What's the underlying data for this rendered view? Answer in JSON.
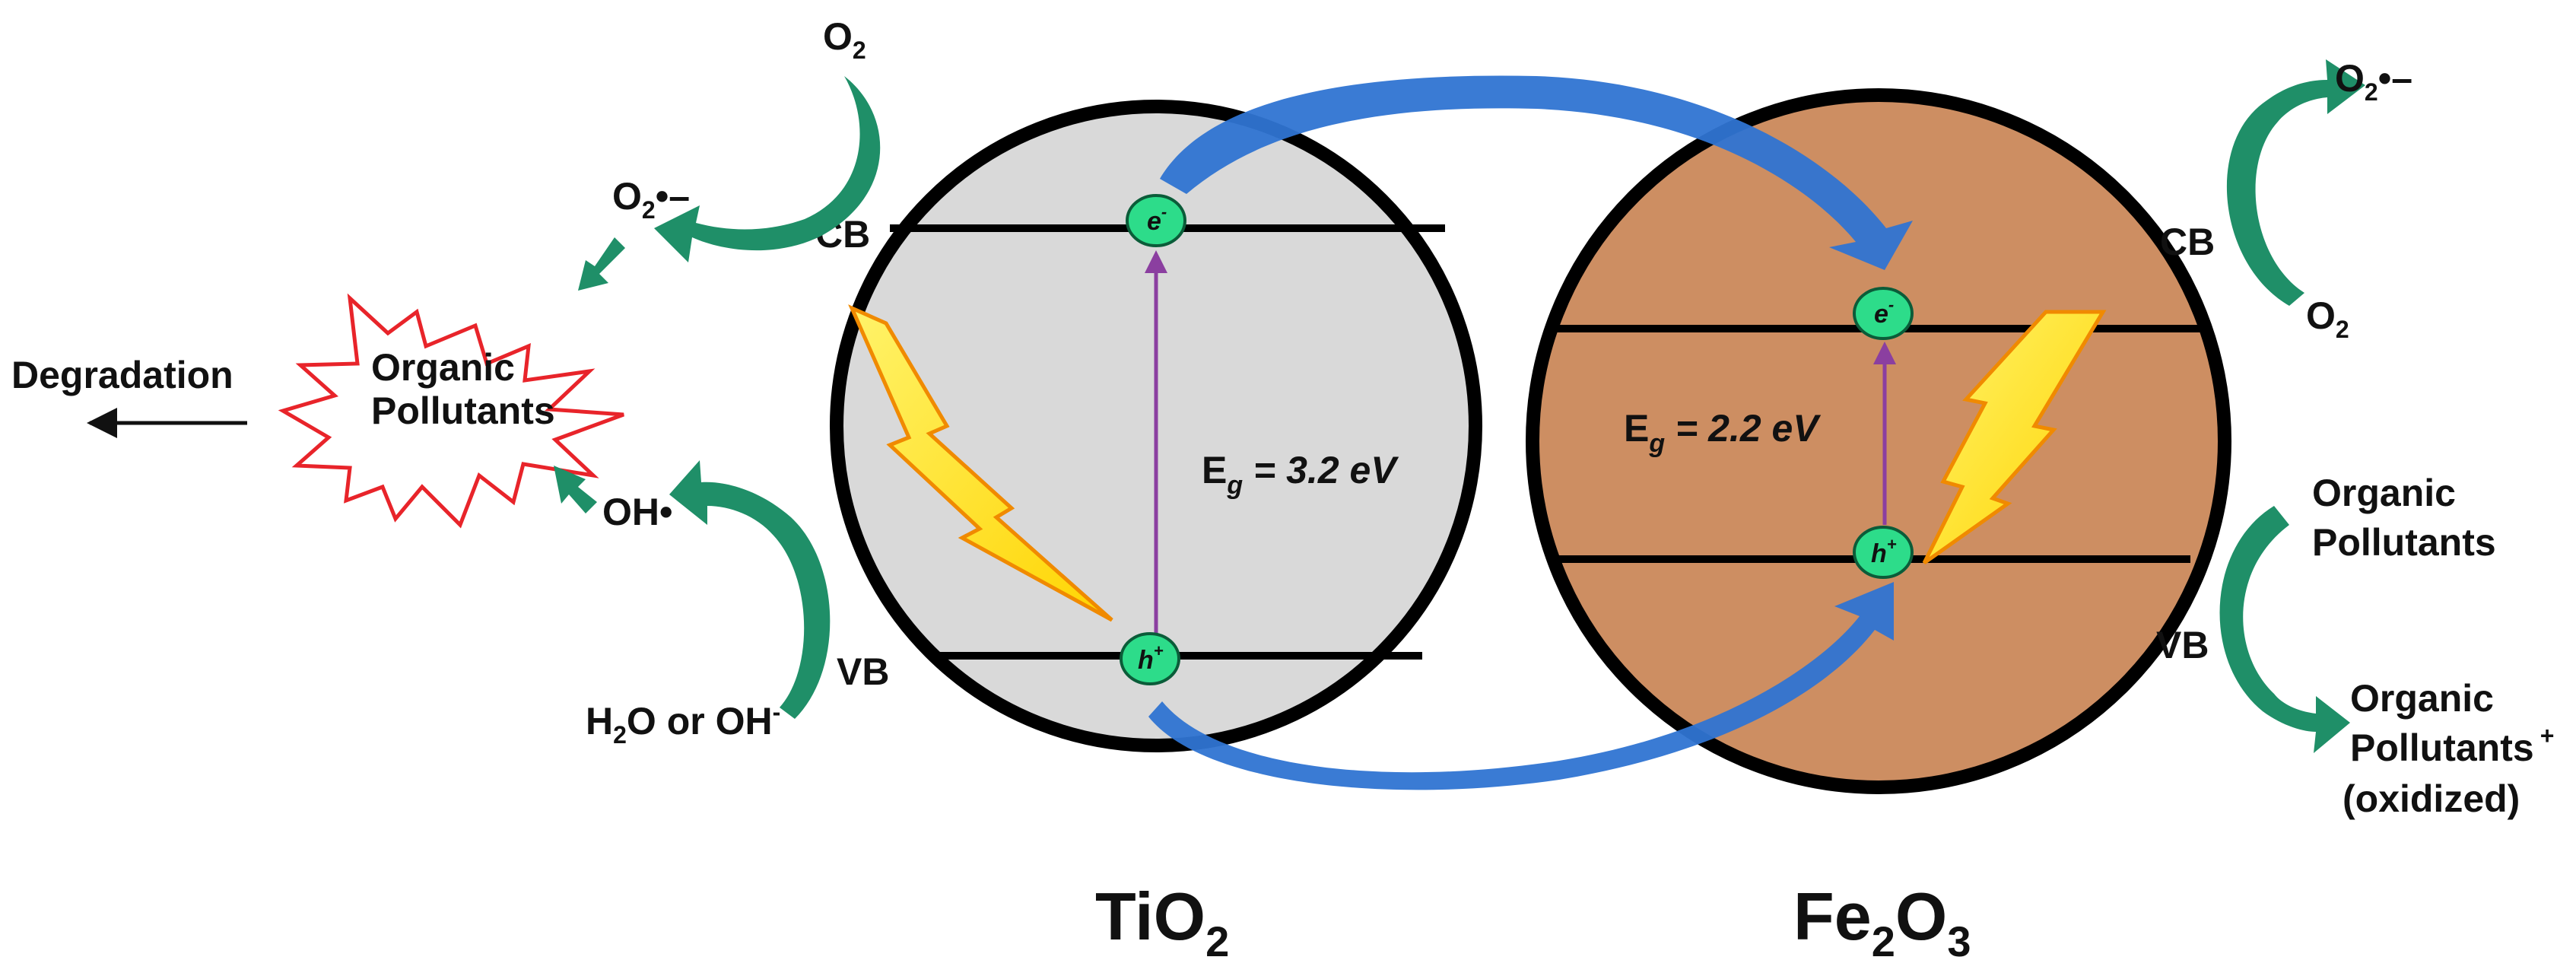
{
  "colors": {
    "tio2_fill": "#d9d9d9",
    "fe2o3_fill": "#cd8e62",
    "carrier": "#2ddc8a",
    "transfer_arrow": "#2f74d2",
    "chem_arrow": "#1f8f68",
    "excitation_arrow": "#8b3fa0",
    "lightning": "#ffe800",
    "pollutant_star": "#e8242a"
  },
  "left_side": {
    "o2_top": {
      "main": "O",
      "sub": "2"
    },
    "o2_radical": {
      "main": "O",
      "sub": "2",
      "suffix": "•–"
    },
    "pollutant_line1": "Organic",
    "pollutant_line2": "Pollutants",
    "degradation": "Degradation",
    "oh_radical": "OH•",
    "h2o": {
      "pre": "H",
      "sub": "2",
      "mid": "O or OH",
      "sup": "-"
    }
  },
  "tio2": {
    "cb_label": "CB",
    "vb_label": "VB",
    "electron": {
      "main": "e",
      "sup": "-"
    },
    "hole": {
      "main": "h",
      "sup": "+"
    },
    "eg": {
      "pre": "E",
      "sub": "g",
      "post": " = 3.2 eV"
    },
    "name": {
      "pre": "TiO",
      "sub": "2"
    }
  },
  "fe2o3": {
    "cb_label": "CB",
    "vb_label": "VB",
    "electron": {
      "main": "e",
      "sup": "-"
    },
    "hole": {
      "main": "h",
      "sup": "+"
    },
    "eg": {
      "pre": "E",
      "sub": "g",
      "post": " = 2.2 eV"
    },
    "name": {
      "pre": "Fe",
      "sub1": "2",
      "mid": "O",
      "sub2": "3"
    }
  },
  "right_side": {
    "o2_radical": {
      "main": "O",
      "sub": "2",
      "suffix": "•–"
    },
    "o2": {
      "main": "O",
      "sub": "2"
    },
    "organic_line1": "Organic",
    "organic_line2": "Pollutants",
    "oxidized_line1": "Organic",
    "oxidized_line2": "Pollutants",
    "oxidized_sup": "+",
    "oxidized_line3": "(oxidized)"
  }
}
